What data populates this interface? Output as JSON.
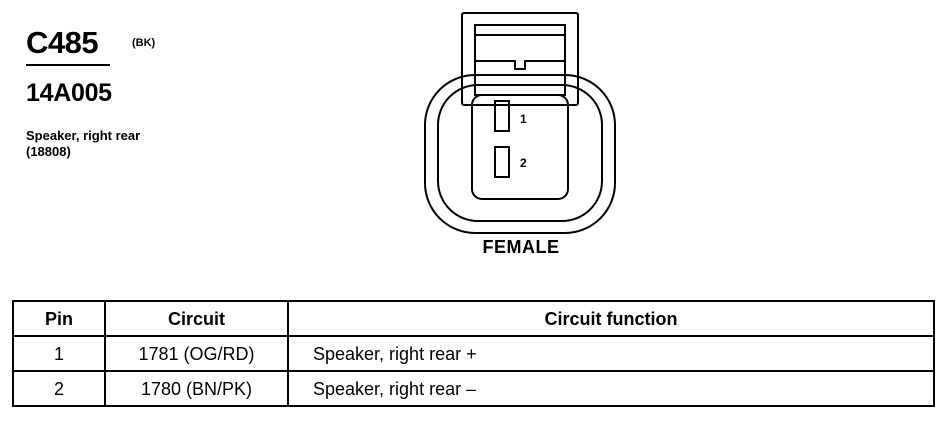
{
  "connector": {
    "id": "C485",
    "color_code": "(BK)",
    "part_number": "14A005",
    "description_line1": "Speaker, right rear",
    "description_line2": "(18808)",
    "gender": "FEMALE",
    "pin_labels": [
      "1",
      "2"
    ]
  },
  "table": {
    "headers": [
      "Pin",
      "Circuit",
      "Circuit function"
    ],
    "rows": [
      {
        "pin": "1",
        "circuit": "1781 (OG/RD)",
        "function": "Speaker, right rear  +"
      },
      {
        "pin": "2",
        "circuit": "1780 (BN/PK)",
        "function": "Speaker, right rear  –"
      }
    ]
  }
}
